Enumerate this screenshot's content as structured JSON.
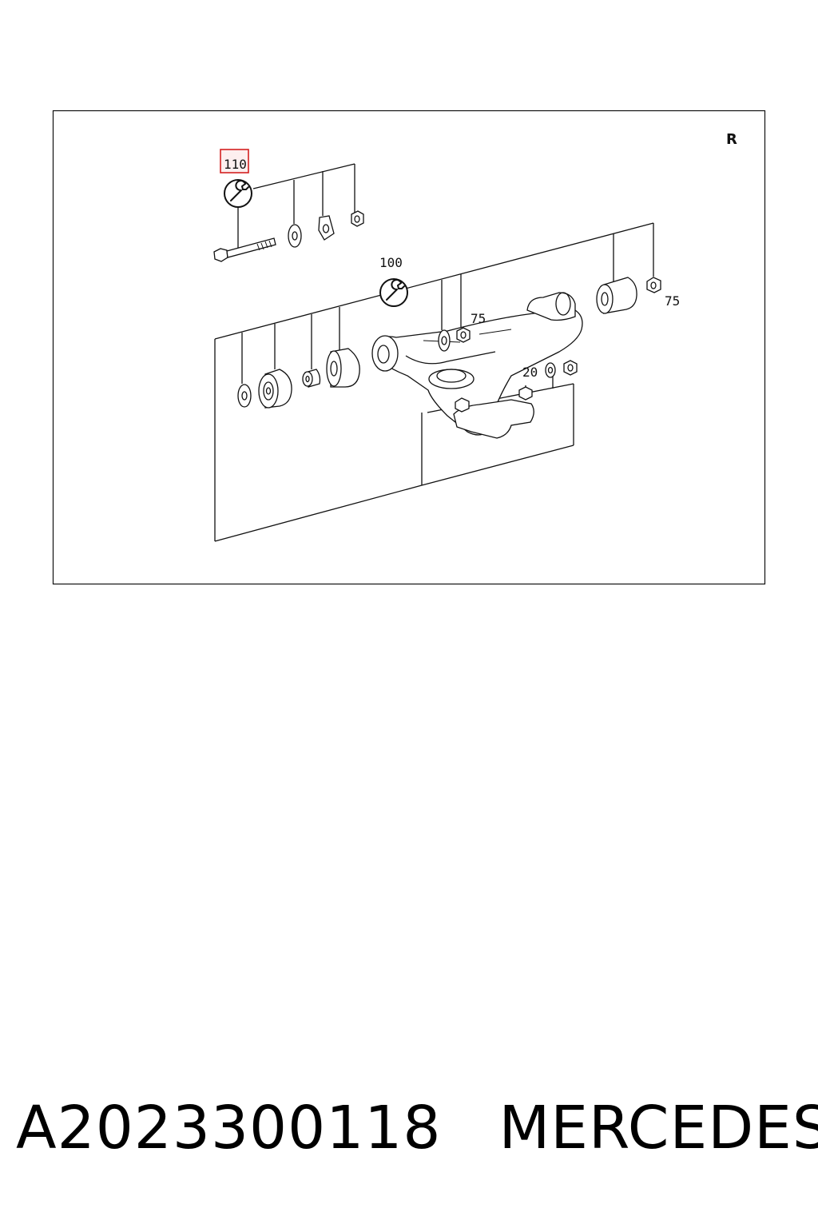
{
  "diagram": {
    "corner_mark": "R",
    "callouts": {
      "wrench_top": "110",
      "wrench_mid": "100",
      "nut_mid": "75",
      "nut_right": "75",
      "washer_low": "20"
    },
    "highlight_color": "#d42020"
  },
  "caption": {
    "part_number": "A2023300118",
    "brand": "MERCEDES"
  }
}
